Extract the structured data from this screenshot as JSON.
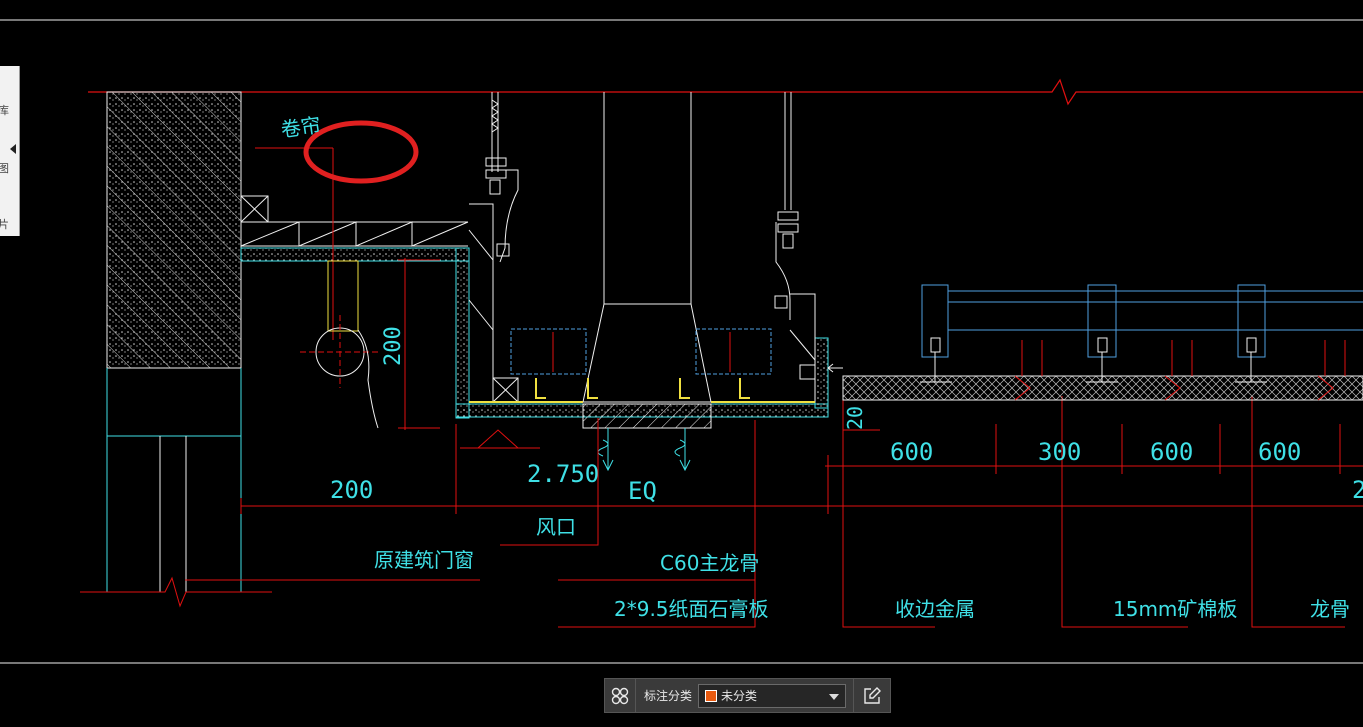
{
  "drawing": {
    "labels": {
      "curtain": "卷帘",
      "dim_200_vertical": "200",
      "dim_200_horizontal": "200",
      "elevation": "2.750",
      "eq": "EQ",
      "dim_20": "20",
      "air_outlet": "风口",
      "original_window": "原建筑门窗",
      "main_keel": "C60主龙骨",
      "gypsum_board": "2*9.5纸面石膏板",
      "edge_metal": "收边金属",
      "mineral_board": "15mm矿棉板",
      "keel": "龙骨",
      "spacing_1": "600",
      "spacing_2": "300",
      "spacing_3": "600",
      "spacing_4": "600",
      "cut_2": "2"
    },
    "colors": {
      "cyan": "#3fe0e6",
      "red": "#e01010",
      "white": "#f0f0f0",
      "yellow": "#f0e040",
      "blue": "#4f9fe0",
      "markup": "#e02020"
    }
  },
  "side_panel": {
    "chars": [
      "库",
      "图",
      "片"
    ]
  },
  "annotation_toolbar": {
    "label": "标注分类",
    "selected": "未分类",
    "swatch_color": "#e85a10"
  }
}
